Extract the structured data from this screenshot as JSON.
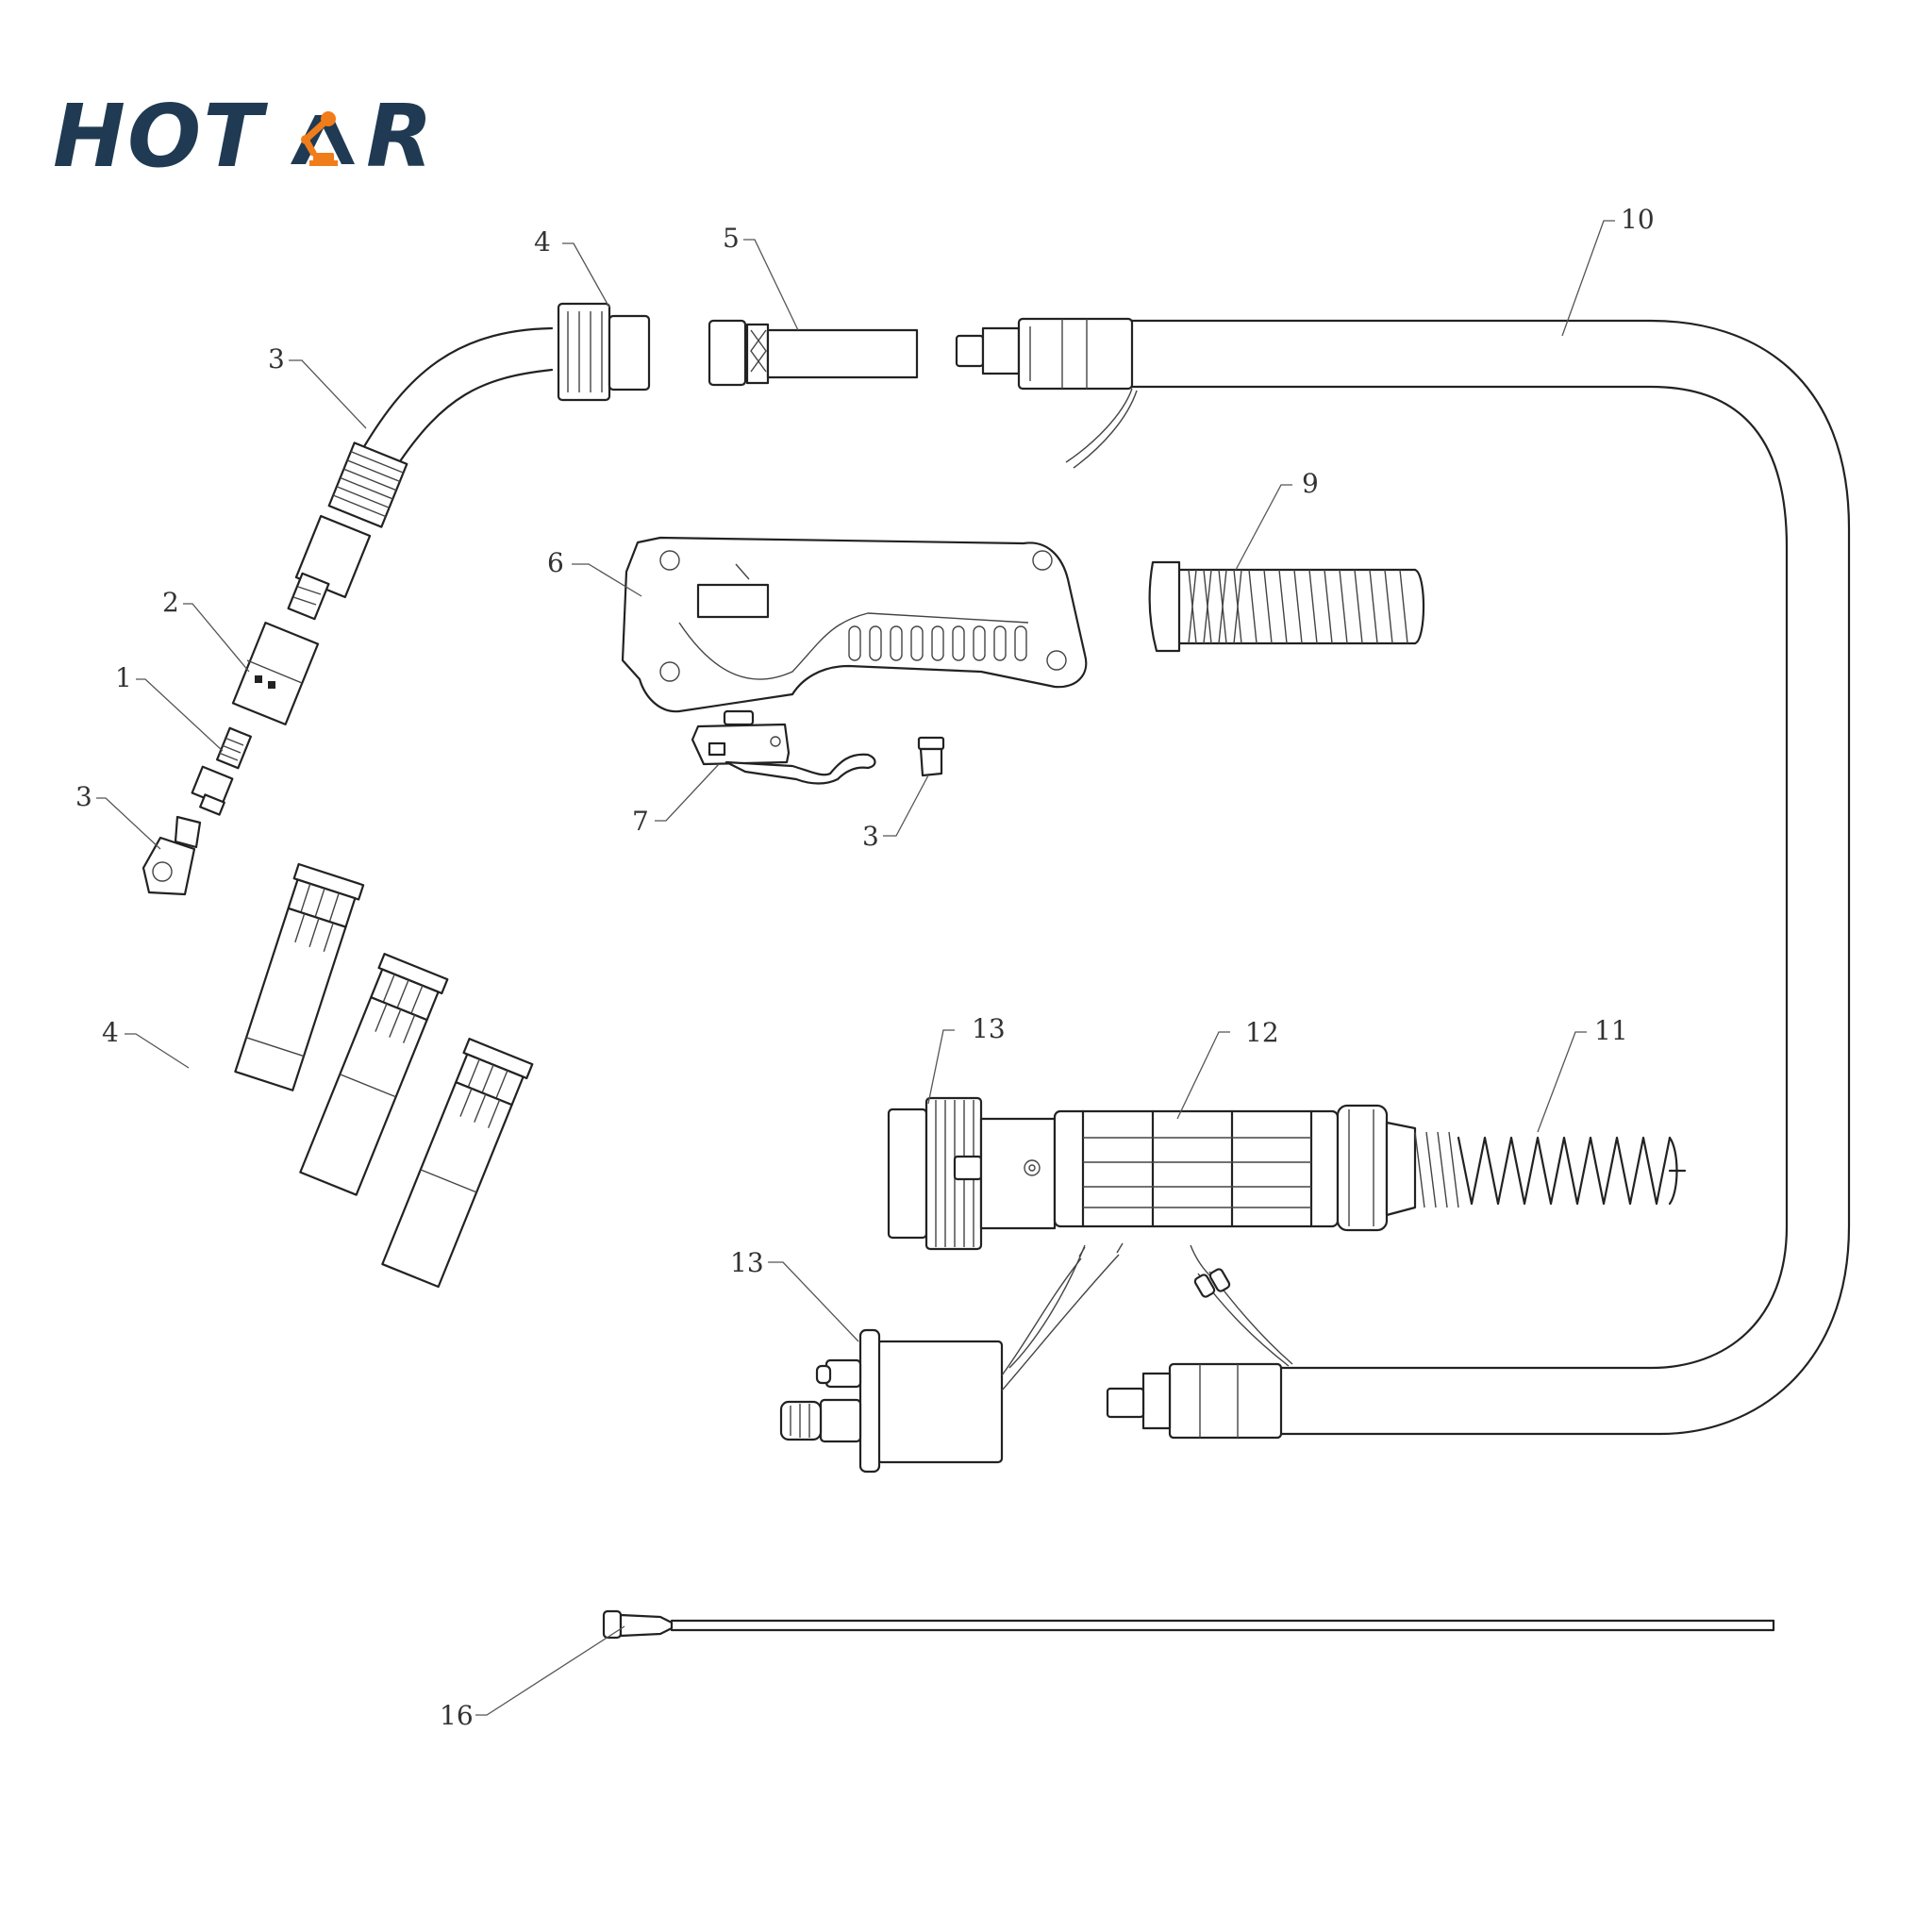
{
  "brand": {
    "logo_text_left": "HOT",
    "logo_text_right": "R",
    "logo_icon": "robot-arm-icon",
    "text_color": "#1f3a52",
    "accent_color": "#f07d1a"
  },
  "labels": {
    "l1": "1",
    "l2": "2",
    "l3a": "3",
    "l3b": "3",
    "l3c": "3",
    "l4a": "4",
    "l4b": "4",
    "l5": "5",
    "l6": "6",
    "l7": "7",
    "l9": "9",
    "l10": "10",
    "l11": "11",
    "l12": "12",
    "l13a": "13",
    "l13b": "13",
    "l16": "16"
  }
}
